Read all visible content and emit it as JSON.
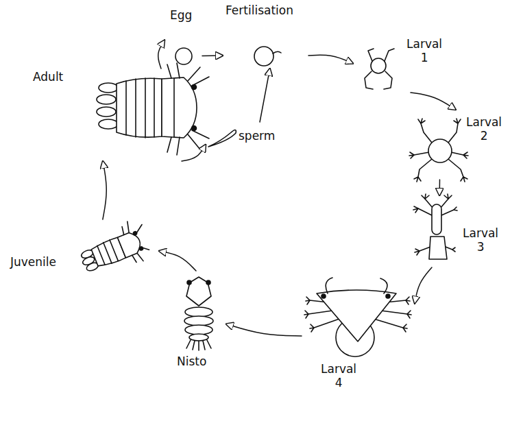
{
  "diagram": {
    "nodes": [
      {
        "text": [
          "Egg"
        ]
      },
      {
        "text": [
          "Fertilisation"
        ]
      },
      {
        "text": [
          "Larval 1"
        ]
      },
      {
        "text": [
          "Larval 2"
        ]
      },
      {
        "text": [
          "Larval 3"
        ]
      },
      {
        "text": [
          "Larval 4"
        ]
      },
      {
        "text": [
          "Nisto"
        ]
      },
      {
        "text": [
          "Juvenile"
        ]
      },
      {
        "text": [
          "Adult"
        ]
      },
      {
        "text": [
          "sperm"
        ]
      }
    ],
    "edges": [
      {
        "from": 8,
        "to": 0,
        "arrow": "to"
      },
      {
        "from": 8,
        "to": 9,
        "arrow": "to"
      },
      {
        "from": 0,
        "to": 1,
        "arrow": "to"
      },
      {
        "from": 9,
        "to": 1,
        "arrow": "to"
      },
      {
        "from": 1,
        "to": 2,
        "arrow": "to"
      },
      {
        "from": 2,
        "to": 3,
        "arrow": "to"
      },
      {
        "from": 3,
        "to": 4,
        "arrow": "to"
      },
      {
        "from": 4,
        "to": 5,
        "arrow": "to"
      },
      {
        "from": 5,
        "to": 6,
        "arrow": "to"
      },
      {
        "from": 6,
        "to": 7,
        "arrow": "to"
      },
      {
        "from": 7,
        "to": 8,
        "arrow": "to"
      }
    ]
  }
}
